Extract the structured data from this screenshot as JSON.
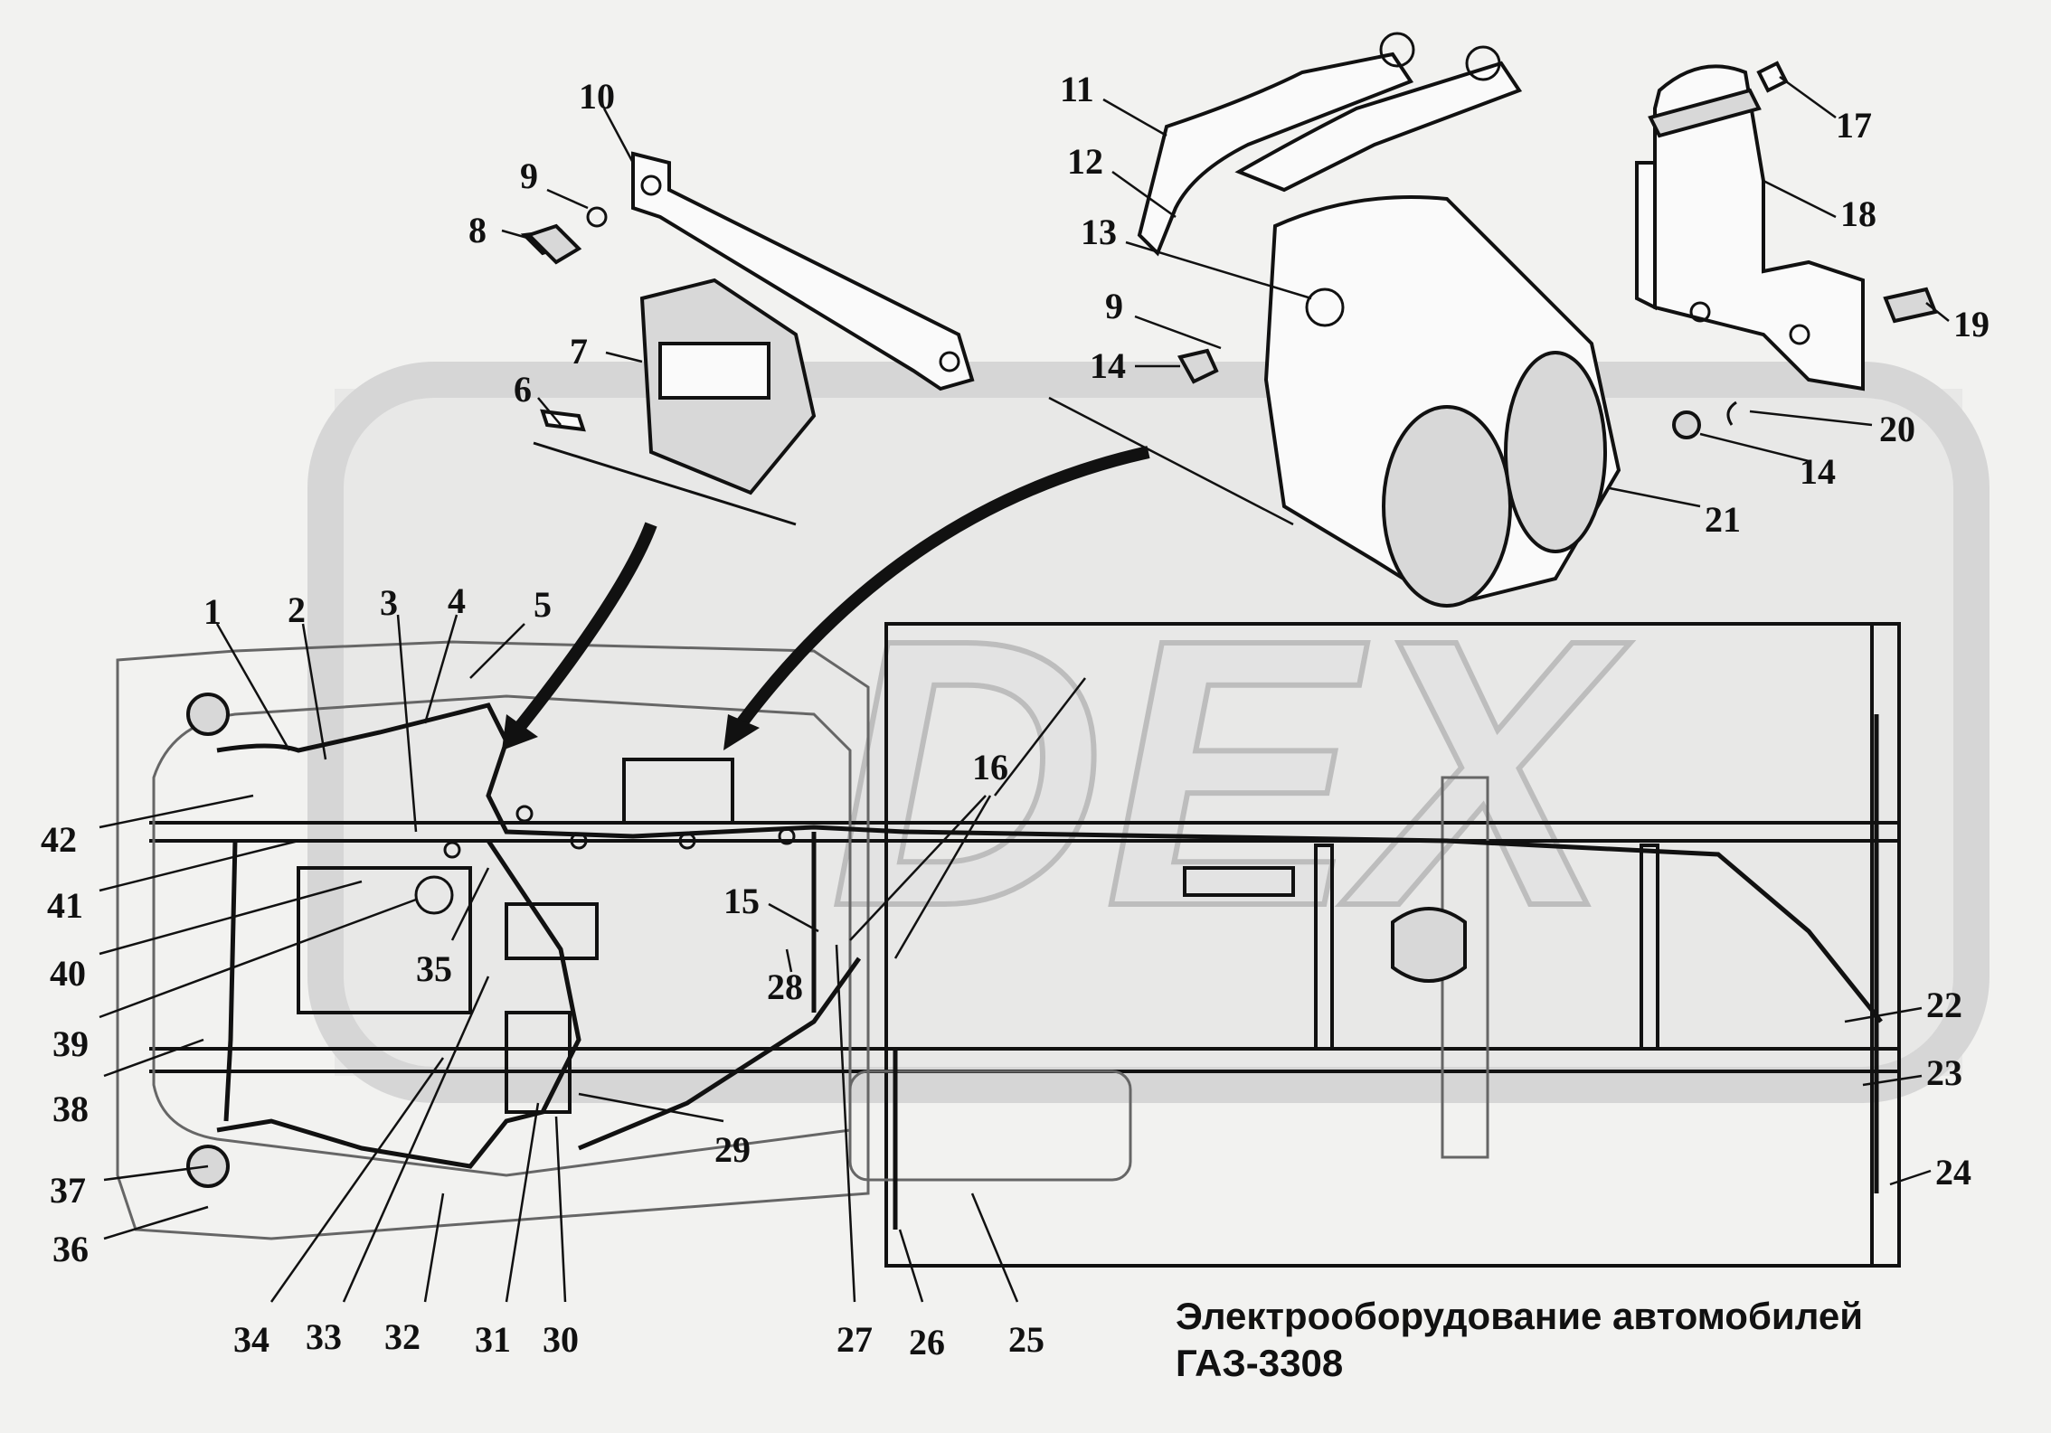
{
  "caption": {
    "line1": "Электрооборудование автомобилей",
    "line2": "ГАЗ-3308"
  },
  "watermark_text": "DEX",
  "callouts": [
    "1",
    "2",
    "3",
    "4",
    "5",
    "6",
    "7",
    "8",
    "9",
    "10",
    "11",
    "12",
    "13",
    "14",
    "15",
    "16",
    "17",
    "18",
    "19",
    "20",
    "21",
    "22",
    "23",
    "24",
    "25",
    "26",
    "27",
    "28",
    "29",
    "30",
    "31",
    "32",
    "33",
    "34",
    "35",
    "36",
    "37",
    "38",
    "39",
    "40",
    "41",
    "42"
  ],
  "callout_labels": {
    "c1": "1",
    "c2": "2",
    "c3": "3",
    "c4": "4",
    "c5": "5",
    "c6": "6",
    "c7": "7",
    "c8": "8",
    "c9a": "9",
    "c9b": "9",
    "c10": "10",
    "c11": "11",
    "c12": "12",
    "c13": "13",
    "c14a": "14",
    "c14b": "14",
    "c15": "15",
    "c16": "16",
    "c17": "17",
    "c18": "18",
    "c19": "19",
    "c20": "20",
    "c21": "21",
    "c22": "22",
    "c23": "23",
    "c24": "24",
    "c25": "25",
    "c26": "26",
    "c27": "27",
    "c28": "28",
    "c29": "29",
    "c30": "30",
    "c31": "31",
    "c32": "32",
    "c33": "33",
    "c34": "34",
    "c35": "35",
    "c36": "36",
    "c37": "37",
    "c38": "38",
    "c39": "39",
    "c40": "40",
    "c41": "41",
    "c42": "42"
  },
  "colors": {
    "background": "#f2f2f0",
    "ink": "#111111",
    "watermark": "#d6d6d6"
  }
}
